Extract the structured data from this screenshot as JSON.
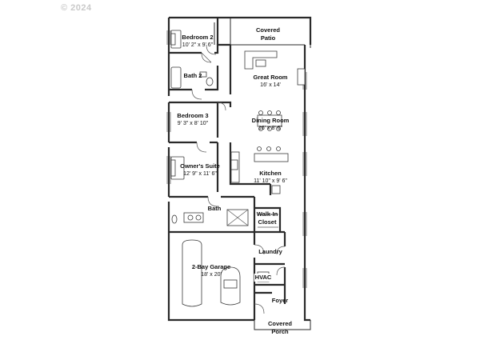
{
  "watermark": "© 2024",
  "rooms": {
    "bedroom2": {
      "name": "Bedroom 2",
      "dim": "10' 2\" x 9' 6\""
    },
    "covered_patio": {
      "name": "Covered",
      "name2": "Patio"
    },
    "bath2": {
      "name": "Bath 2"
    },
    "great_room": {
      "name": "Great Room",
      "dim": "16' x 14'"
    },
    "bedroom3": {
      "name": "Bedroom 3",
      "dim": "9' 3\" x 8' 10\""
    },
    "dining_room": {
      "name": "Dining Room",
      "dim": "16' x 8' 6\""
    },
    "owners_suite": {
      "name": "Owner's Suite",
      "dim": "12' 9\" x 11' 6\""
    },
    "kitchen": {
      "name": "Kitchen",
      "dim": "11' 10\" x 9' 6\""
    },
    "bath": {
      "name": "Bath"
    },
    "walkin_closet": {
      "name": "Walk-In",
      "name2": "Closet"
    },
    "laundry": {
      "name": "Laundry"
    },
    "garage": {
      "name": "2-Bay Garage",
      "dim": "18' x 20'"
    },
    "hvac": {
      "name": "HVAC"
    },
    "foyer": {
      "name": "Foyer"
    },
    "covered_porch": {
      "name": "Covered",
      "name2": "Porch"
    }
  }
}
